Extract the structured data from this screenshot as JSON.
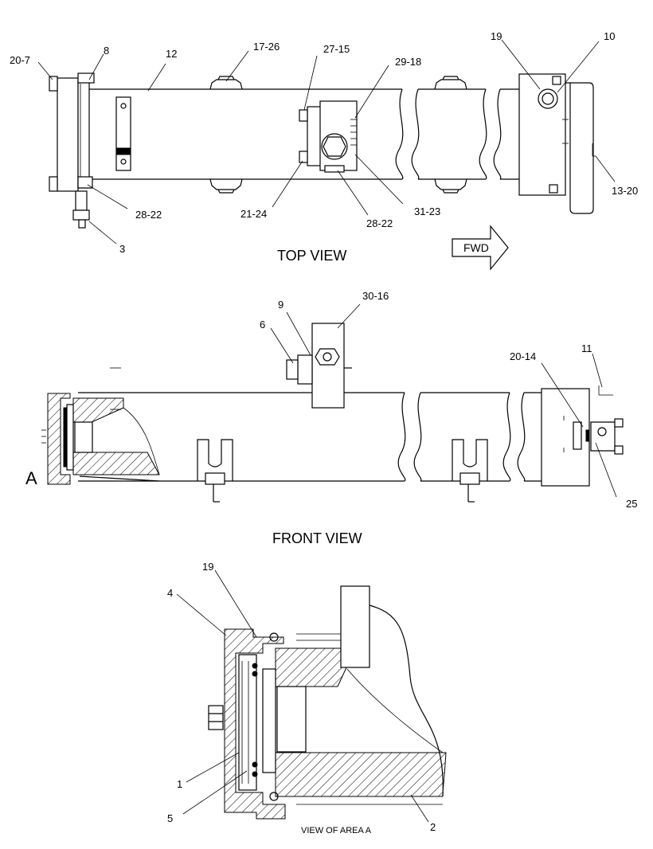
{
  "views": {
    "top": "TOP VIEW",
    "front": "FRONT VIEW",
    "detail": "VIEW OF AREA A"
  },
  "direction_arrow": "FWD",
  "area_marker": "A",
  "callouts_top": {
    "c20_7": "20-7",
    "c8": "8",
    "c12": "12",
    "c17_26": "17-26",
    "c27_15": "27-15",
    "c29_18": "29-18",
    "c19": "19",
    "c10": "10",
    "c28_22a": "28-22",
    "c3": "3",
    "c21_24": "21-24",
    "c28_22b": "28-22",
    "c31_23": "31-23",
    "c13_20": "13-20"
  },
  "callouts_front": {
    "c9": "9",
    "c30_16": "30-16",
    "c6": "6",
    "c20_14": "20-14",
    "c11": "11",
    "c25": "25"
  },
  "callouts_detail": {
    "c19": "19",
    "c4": "4",
    "c1": "1",
    "c5": "5",
    "c2": "2"
  }
}
